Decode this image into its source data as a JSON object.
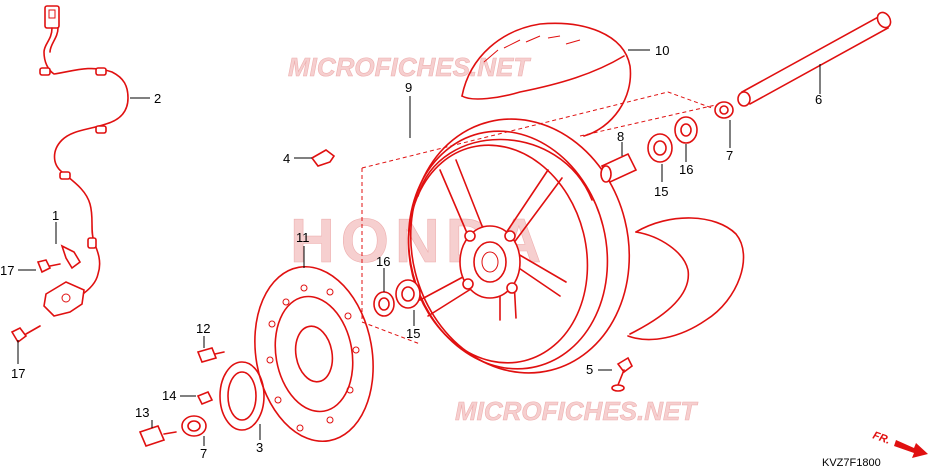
{
  "watermarks": {
    "brand": "HONDA",
    "site_top": "MICROFICHES.NET",
    "site_bottom": "MICROFICHES.NET"
  },
  "diagram_code": "KVZ7F1800",
  "direction_label": "FR.",
  "accent_color": "#e01010",
  "callouts": [
    {
      "id": "c10",
      "label": "10"
    },
    {
      "id": "c2",
      "label": "2"
    },
    {
      "id": "c9",
      "label": "9"
    },
    {
      "id": "c6",
      "label": "6"
    },
    {
      "id": "c8",
      "label": "8"
    },
    {
      "id": "c7a",
      "label": "7"
    },
    {
      "id": "c15a",
      "label": "15"
    },
    {
      "id": "c16a",
      "label": "16"
    },
    {
      "id": "c4",
      "label": "4"
    },
    {
      "id": "c1",
      "label": "1"
    },
    {
      "id": "c17a",
      "label": "17"
    },
    {
      "id": "c17b",
      "label": "17"
    },
    {
      "id": "c11",
      "label": "11"
    },
    {
      "id": "c16b",
      "label": "16"
    },
    {
      "id": "c15b",
      "label": "15"
    },
    {
      "id": "c12",
      "label": "12"
    },
    {
      "id": "c5",
      "label": "5"
    },
    {
      "id": "c14",
      "label": "14"
    },
    {
      "id": "c13",
      "label": "13"
    },
    {
      "id": "c3",
      "label": "3"
    },
    {
      "id": "c7b",
      "label": "7"
    }
  ]
}
